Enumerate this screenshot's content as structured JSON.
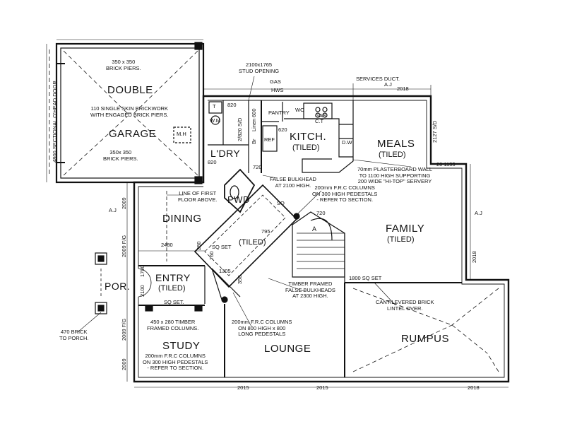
{
  "rooms": {
    "double_garage_1": "DOUBLE",
    "double_garage_2": "GARAGE",
    "laundry": "L'DRY",
    "kitchen": "KITCH.",
    "kitchen_sub": "(TILED)",
    "meals": "MEALS",
    "meals_sub": "(TILED)",
    "dining": "DINING",
    "pwd": "PWD",
    "hall_sub": "(TILED)",
    "family": "FAMILY",
    "family_sub": "(TILED)",
    "entry": "ENTRY",
    "entry_sub": "(TILED)",
    "porch": "POR.",
    "study": "STUDY",
    "lounge": "LOUNGE",
    "rumpus": "RUMPUS"
  },
  "fixtures": {
    "pantry": "PANTRY",
    "wo": "WO",
    "gas_ct": "GAS\nC.T",
    "ref": "REF",
    "dw": "D.W",
    "linen": "Linen",
    "br": "Br",
    "t": "T",
    "wm": "W.M",
    "mh": "M.H",
    "gas": "GAS",
    "hws": "HWS",
    "stair_mark": "A"
  },
  "notes": {
    "brick_piers_top": "350 x 350\nBRICK PIERS.",
    "brickwork": "110 SINGLE SKIN BRICKWORK\nWITH ENGAGED BRICK PIERS.",
    "brick_piers_bottom": "350x 350\nBRICK PIERS.",
    "stud_opening": "2100x1765\nSTUD OPENING",
    "services_duct": "SERVICES DUCT.",
    "plasterboard": "70mm PLASTERBOARD WALL\nTO 1100 HIGH SUPPORTING\n200 WIDE \"HI-TOP\" SERVERY",
    "false_bulkhead": "FALSE BULKHEAD\nAT 2100 HIGH.",
    "frc_columns_top": "200mm F.R.C COLUMNS\nON 300 HIGH PEDESTALS\n- REFER TO SECTION.",
    "first_floor": "LINE OF FIRST\nFLOOR ABOVE.",
    "timber_framed": "TIMBER FRAMED\nFALSE BULKHEADS\nAT 2300 HIGH.",
    "cantilevered": "CANTILEVERED BRICK\nLINTEL OVER.",
    "timber_columns": "450 x 280 TIMBER\nFRAMED COLUMNS.",
    "frc_long": "200mm F.R.C COLUMNS\nON 800 HIGH x 800\nLONG PEDESTALS",
    "frc_study": "200mm F.R.C COLUMNS\nON 300 HIGH PEDESTALS\n- REFER TO SECTION.",
    "brick_porch": "470 BRICK\nTO PORCH.",
    "sectional_door": "4800 SECTIONAL O'HEAD DOOR."
  },
  "dimensions": {
    "d820a": "820",
    "d820b": "820",
    "d620": "620",
    "d720a": "720",
    "d720b": "720",
    "d2018_top": "2018",
    "d2018_right": "2018",
    "d2018_bottom": "2018",
    "d2127": "2127 S/D",
    "d1155": "20 1155",
    "d2009a": "2009",
    "d2009_fg1": "2009 F/G",
    "d2009_fg2": "2009 F/G",
    "d2009b": "2009",
    "d2480": "2480",
    "d280": "280",
    "d760": "760",
    "d1305": "1305",
    "d350": "350",
    "d795": "795",
    "d1800sq": "1800 SQ SET",
    "d2015a": "2015",
    "d2015b": "2015",
    "d1700": "1700",
    "d2100": "2100",
    "sq_set_a": "SQ SET.",
    "sq_set_b": "SQ SET",
    "sq_set_c": "SQ",
    "d2820": "2/820 S/D",
    "d600": "600",
    "aj_left": "A.J",
    "aj_right": "A.J",
    "aj_top": "A.J"
  }
}
